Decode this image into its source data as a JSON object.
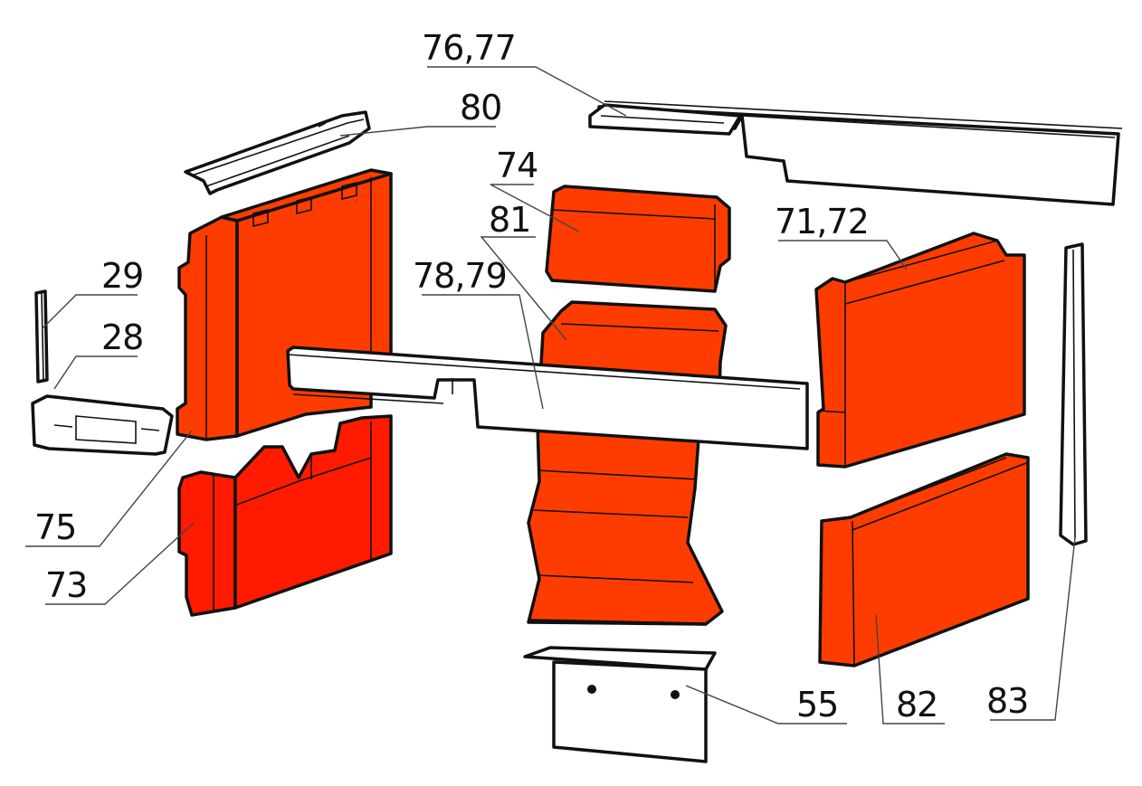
{
  "colors": {
    "brick": "#ff3c00",
    "brick_deep": "#ff1a00",
    "steel": "#ffffff",
    "outline": "#111111"
  },
  "callouts": {
    "c7677": "76,77",
    "c80": "80",
    "c74": "74",
    "c81": "81",
    "c7172": "71,72",
    "c29": "29",
    "c7879": "78,79",
    "c28": "28",
    "c75": "75",
    "c73": "73",
    "c55": "55",
    "c82": "82",
    "c83": "83"
  }
}
